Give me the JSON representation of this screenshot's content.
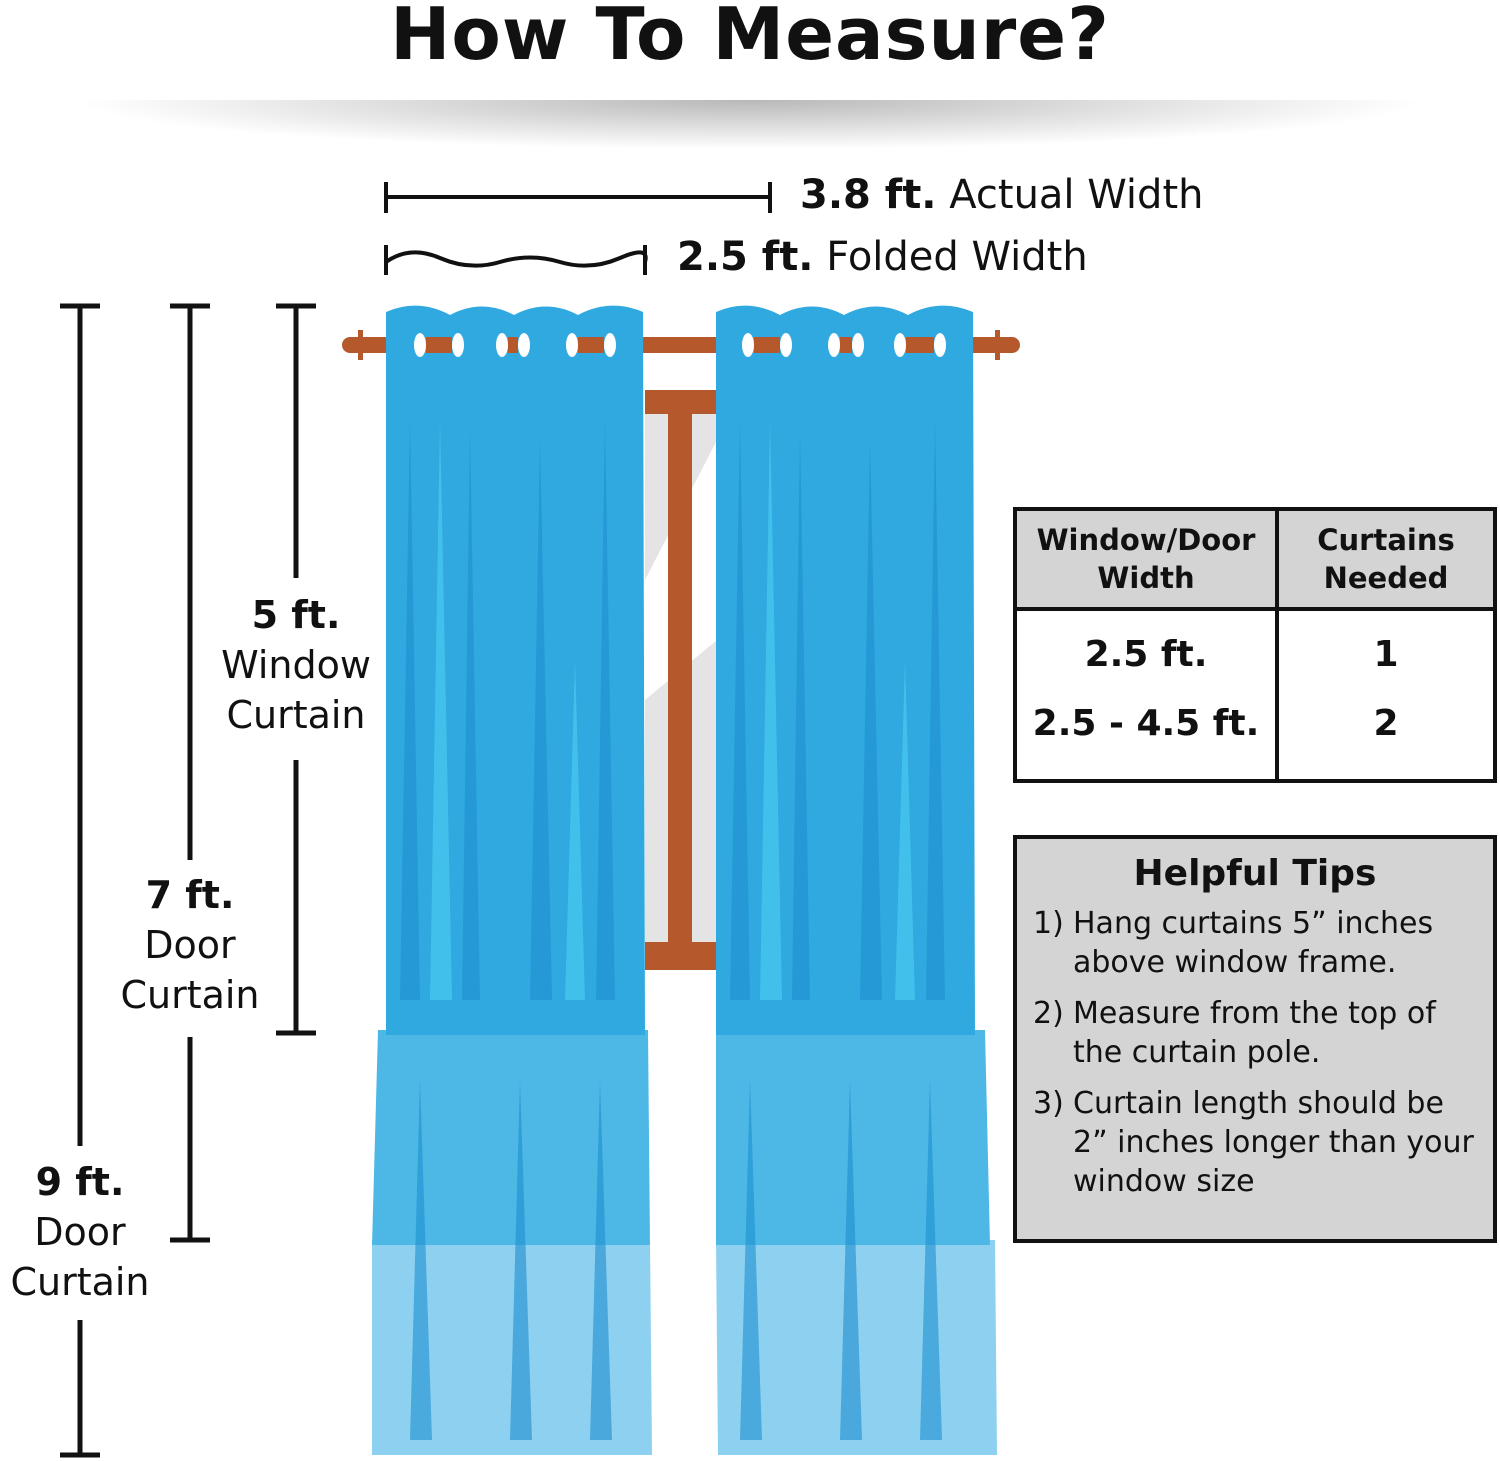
{
  "title": "How To Measure?",
  "widths": {
    "actual": {
      "value": "3.8 ft.",
      "label": "Actual Width"
    },
    "folded": {
      "value": "2.5 ft.",
      "label": "Folded Width"
    }
  },
  "lengths": [
    {
      "value": "5 ft.",
      "line1": "Window",
      "line2": "Curtain"
    },
    {
      "value": "7 ft.",
      "line1": "Door",
      "line2": "Curtain"
    },
    {
      "value": "9 ft.",
      "line1": "Door",
      "line2": "Curtain"
    }
  ],
  "table": {
    "headers": [
      [
        "Window/Door",
        "Width"
      ],
      [
        "Curtains",
        "Needed"
      ]
    ],
    "rows": [
      [
        "2.5 ft.",
        "1"
      ],
      [
        "2.5 - 4.5 ft.",
        "2"
      ]
    ]
  },
  "tips": {
    "title": "Helpful Tips",
    "items": [
      {
        "num": "1)",
        "text": "Hang curtains 5” inches above window frame."
      },
      {
        "num": "2)",
        "text": "Measure from the top of the curtain pole."
      },
      {
        "num": "3)",
        "text": "Curtain length should be 2” inches longer than your window size"
      }
    ]
  },
  "colors": {
    "rod": "#b5582b",
    "curtain_top": "#2fa9df",
    "curtain_mid": "#4db8e6",
    "curtain_bottom": "#8dd0f0",
    "table_header": "#d4d4d4"
  }
}
